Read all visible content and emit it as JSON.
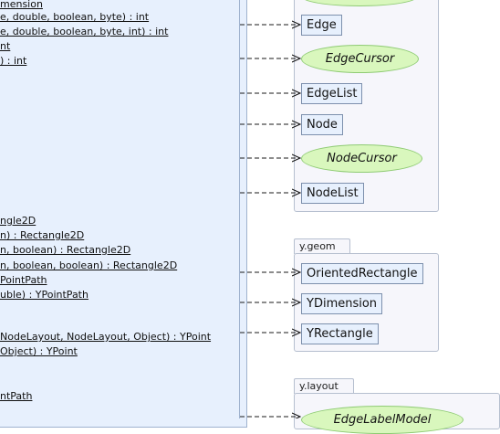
{
  "class_box": {
    "methods": [
      "mension",
      "e, double, boolean, byte) : int",
      "e, double, boolean, byte, int) : int",
      "nt",
      ") : int",
      "ngle2D",
      "n) : Rectangle2D",
      "n, boolean) : Rectangle2D",
      "n, boolean, boolean) : Rectangle2D",
      "PointPath",
      "uble) : YPointPath",
      "NodeLayout, NodeLayout, Object) : YPoint",
      "Object) : YPoint",
      "ntPath"
    ]
  },
  "packages": {
    "y_base": {
      "nodes": [
        "Edge",
        "EdgeCursor",
        "EdgeList",
        "Node",
        "NodeCursor",
        "NodeList"
      ]
    },
    "y_geom": {
      "label": "y.geom",
      "nodes": [
        "OrientedRectangle",
        "YDimension",
        "YRectangle"
      ]
    },
    "y_layout": {
      "label": "y.layout",
      "nodes": [
        "EdgeLabelModel"
      ]
    }
  },
  "colors": {
    "class_fill": "#e7f0fd",
    "class_border": "#9fb3cf",
    "interface_fill": "#d9f7bd",
    "interface_border": "#8fcb74",
    "package_fill": "#f6f6fb",
    "connector": "#1a1a1a"
  }
}
